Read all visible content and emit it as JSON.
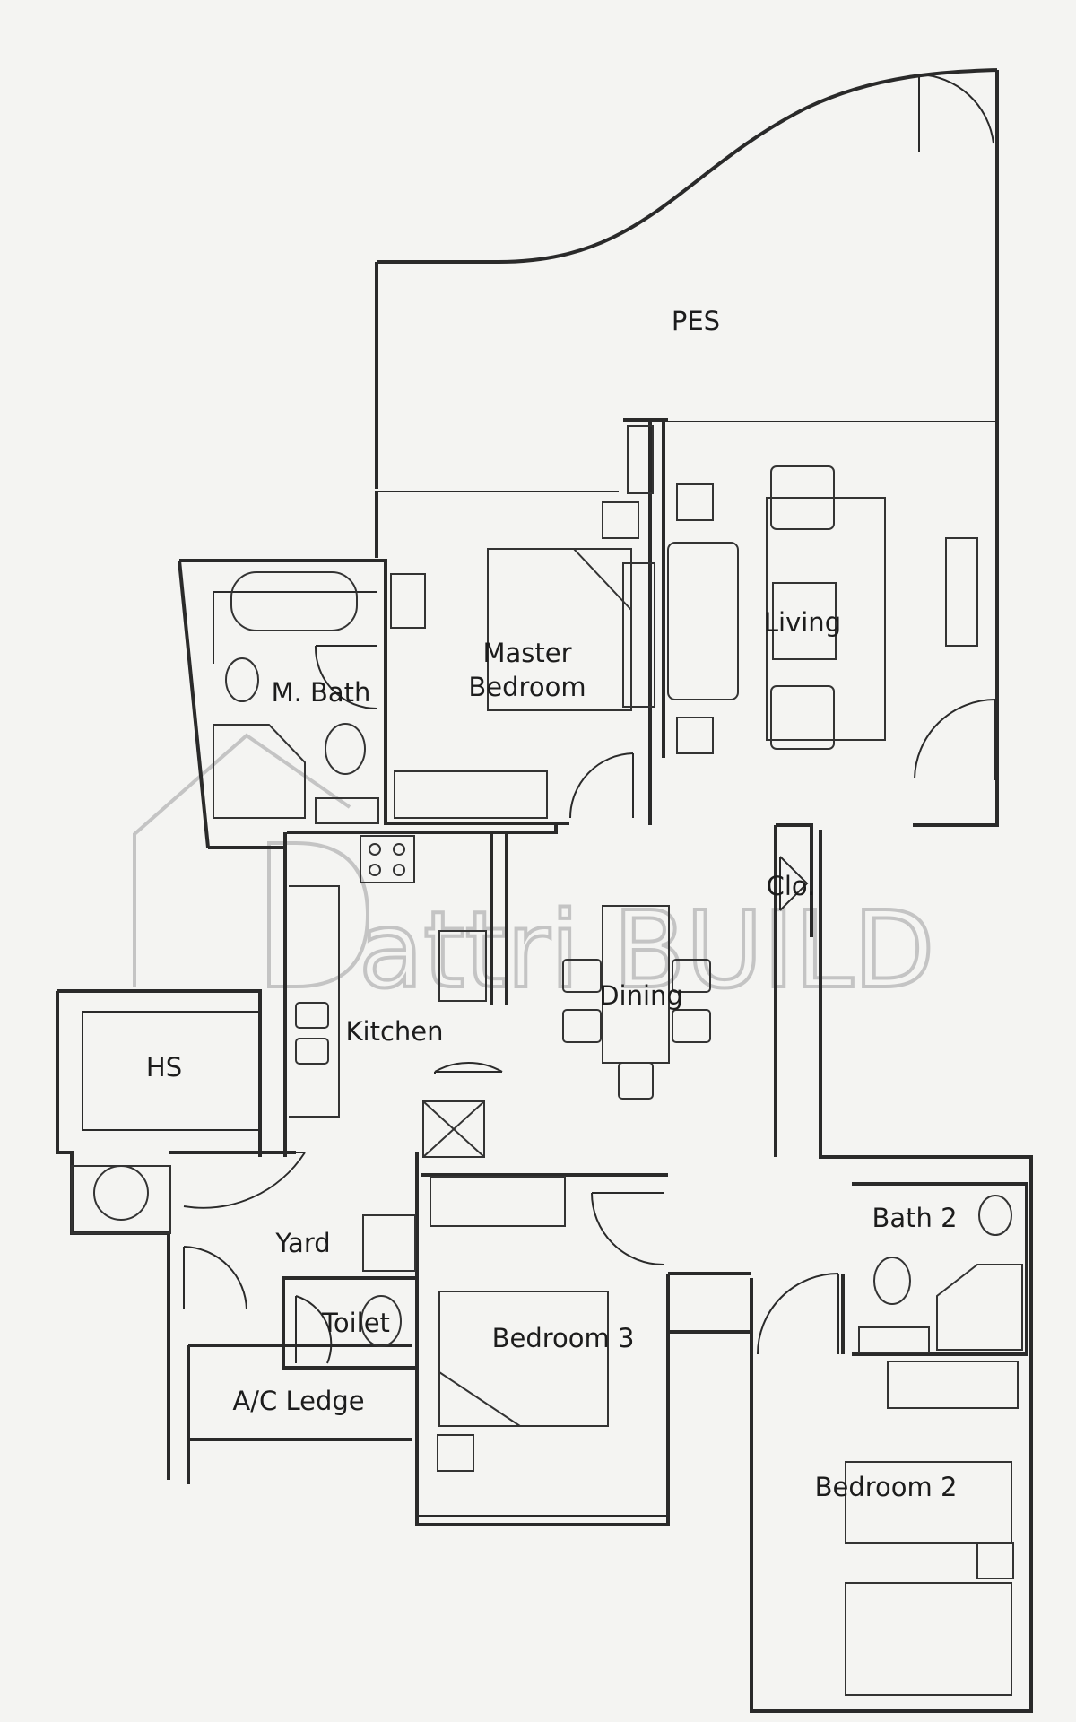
{
  "labels": {
    "pes": "PES",
    "living": "Living",
    "master_bedroom_line1": "Master",
    "master_bedroom_line2": "Bedroom",
    "master_bath": "M. Bath",
    "closet": "Clo.",
    "dining": "Dining",
    "kitchen": "Kitchen",
    "hs": "HS",
    "yard": "Yard",
    "toilet": "Toilet",
    "ac_ledge": "A/C Ledge",
    "bedroom_3": "Bedroom 3",
    "bath_2": "Bath 2",
    "bedroom_2": "Bedroom 2"
  },
  "watermark": {
    "text": "attri BUILD"
  }
}
